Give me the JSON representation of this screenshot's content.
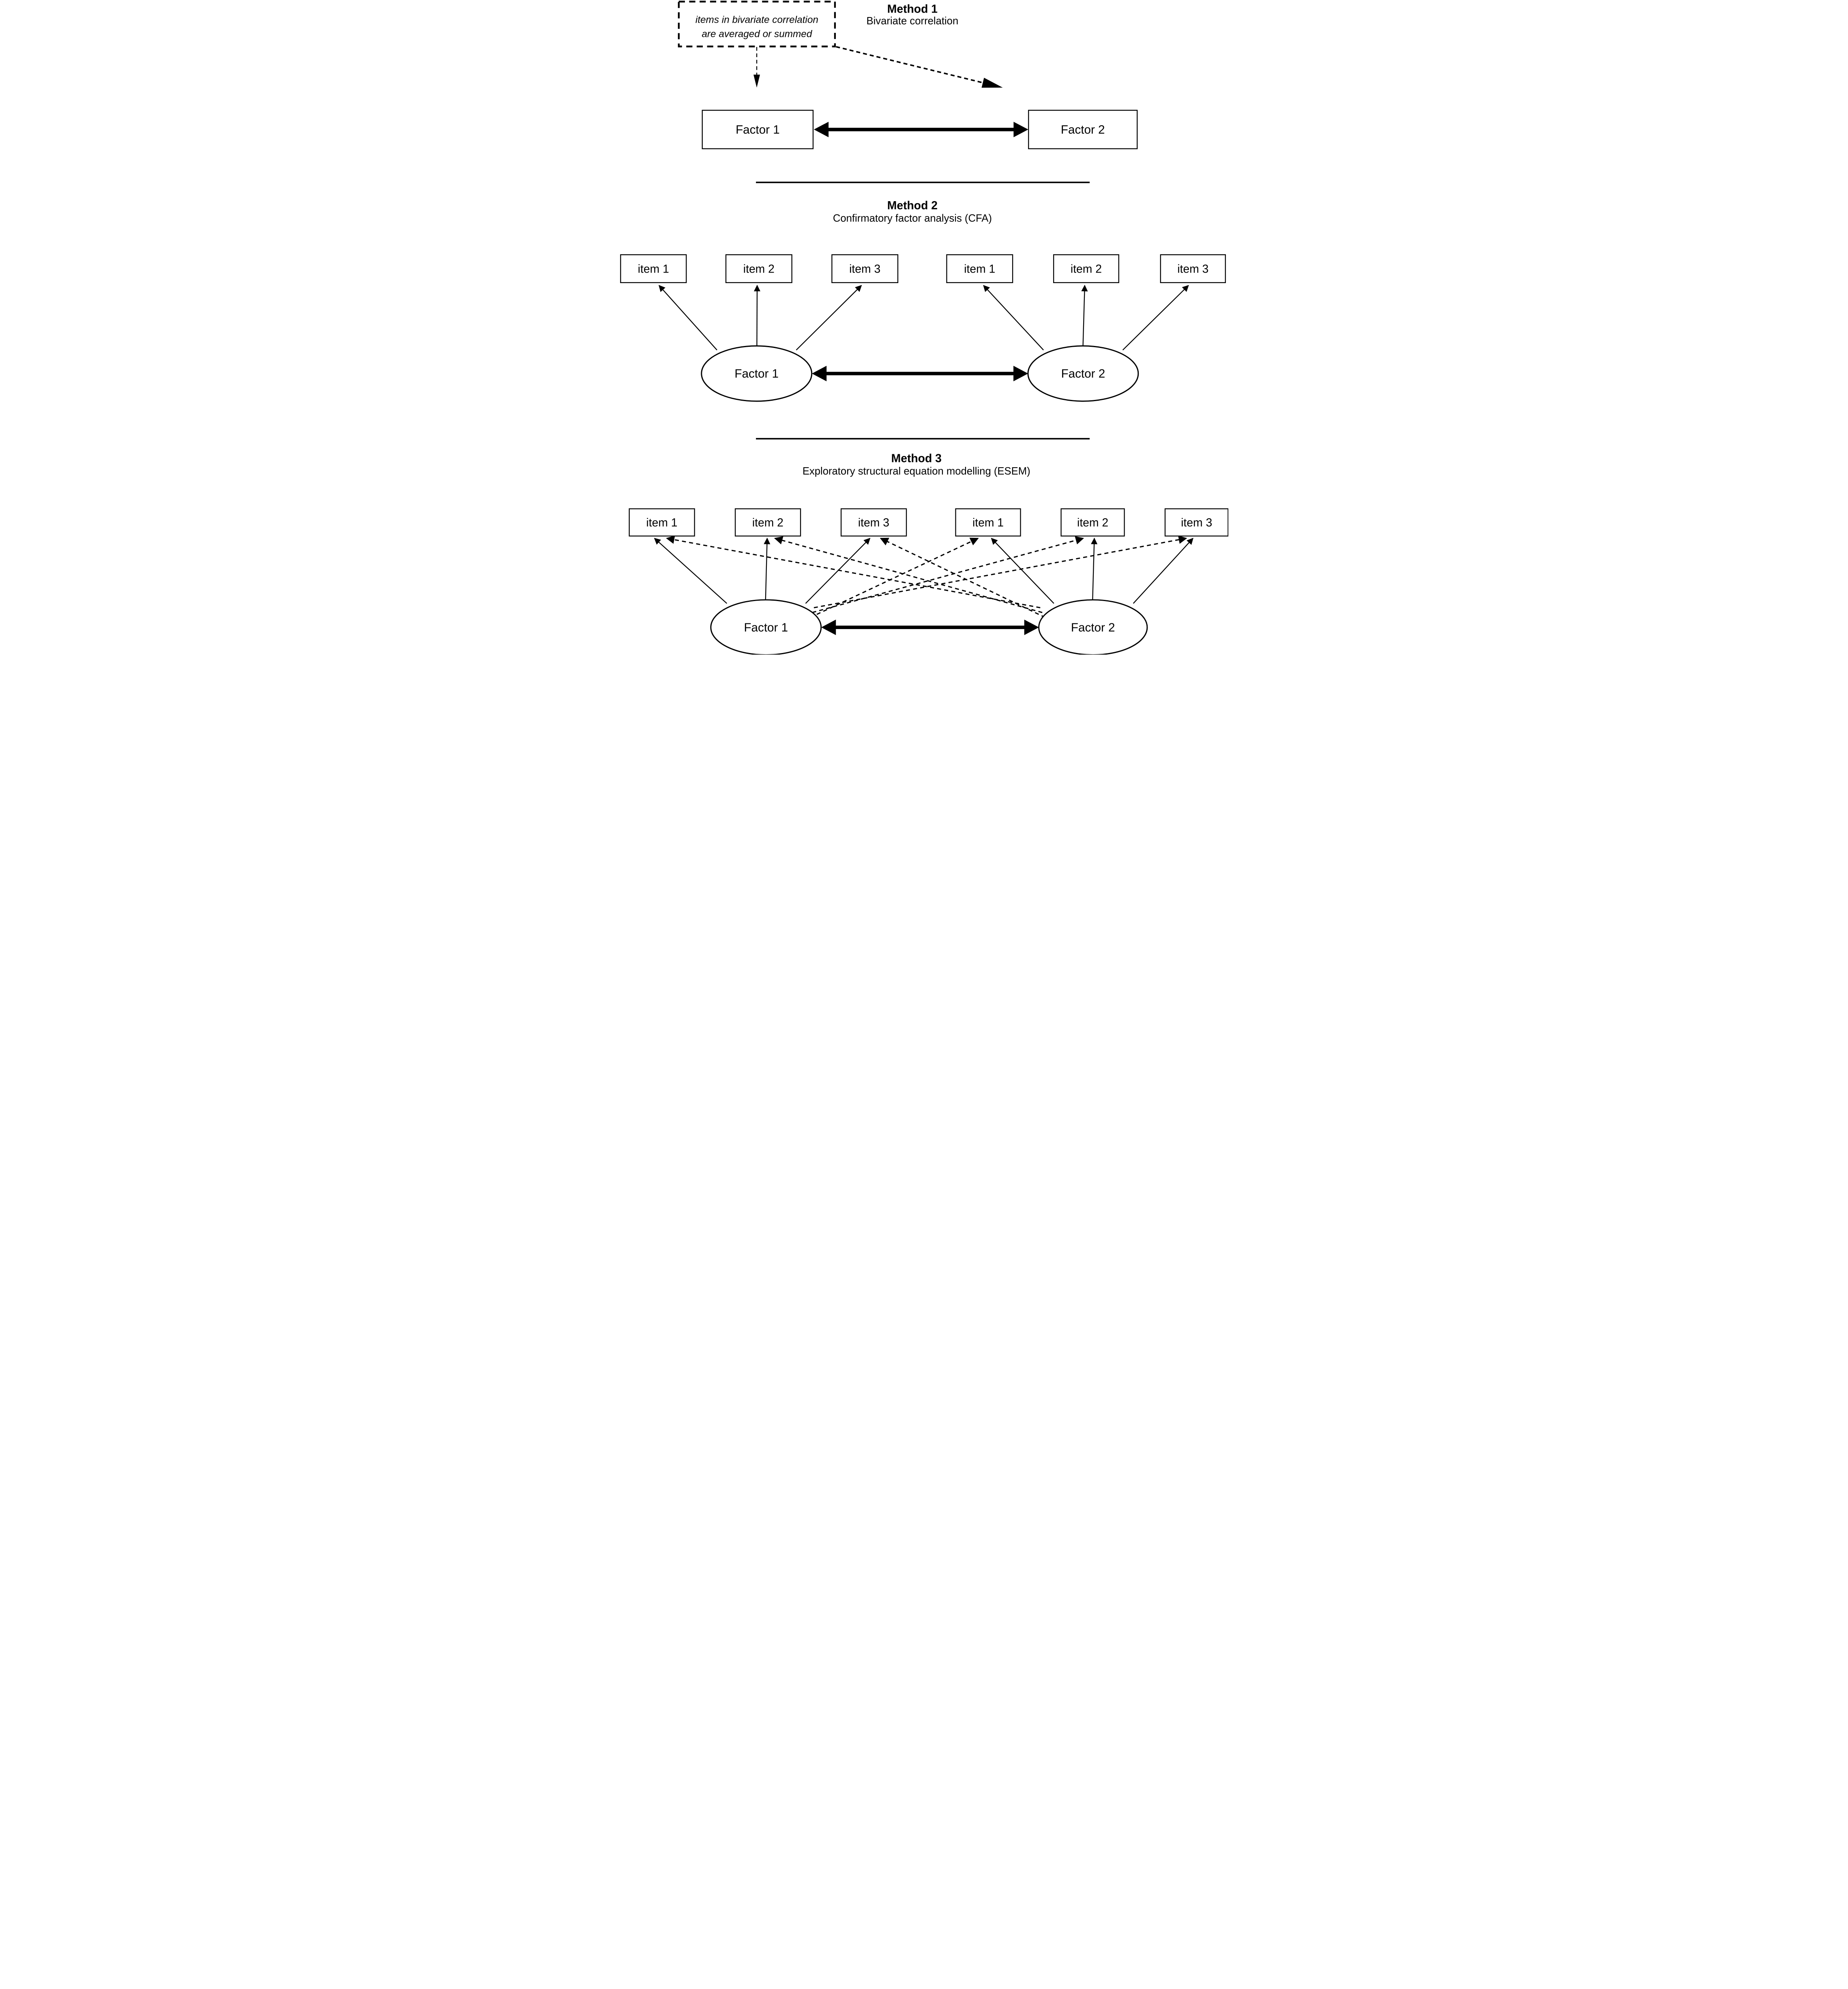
{
  "colors": {
    "ink": "#000000",
    "background": "#ffffff"
  },
  "method1": {
    "title": "Method 1",
    "subtitle": "Bivariate correlation",
    "note_line1": "items in bivariate correlation",
    "note_line2": "are averaged or summed",
    "factor1": "Factor 1",
    "factor2": "Factor 2"
  },
  "method2": {
    "title": "Method 2",
    "subtitle": "Confirmatory factor analysis (CFA)",
    "factor1": "Factor 1",
    "factor2": "Factor 2",
    "items_left": [
      "item 1",
      "item 2",
      "item 3"
    ],
    "items_right": [
      "item 1",
      "item 2",
      "item 3"
    ]
  },
  "method3": {
    "title": "Method 3",
    "subtitle": "Exploratory structural equation modelling (ESEM)",
    "factor1": "Factor 1",
    "factor2": "Factor 2",
    "items_left": [
      "item 1",
      "item 2",
      "item 3"
    ],
    "items_right": [
      "item 1",
      "item 2",
      "item 3"
    ]
  }
}
